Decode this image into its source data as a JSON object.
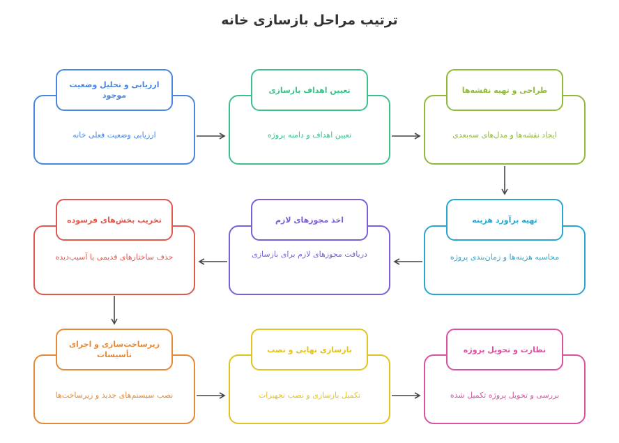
{
  "title": "ترتیب مراحل بازسازی خانه",
  "steps": [
    {
      "title": "ارزیابی و تحلیل وضعیت موجود",
      "desc": "ارزیابی وضعیت فعلی خانه",
      "color": "#4a86e0"
    },
    {
      "title": "تعیین اهداف بازسازی",
      "desc": "تعیین اهداف و دامنه پروژه",
      "color": "#3cc18a"
    },
    {
      "title": "طراحی و تهیه نقشه‌ها",
      "desc": "ایجاد نقشه‌ها و مدل‌های سه‌بعدی",
      "color": "#8fba3a"
    },
    {
      "title": "تهیه برآورد هزینه",
      "desc": "محاسبه هزینه‌ها و زمان‌بندی پروژه",
      "color": "#2aa6cf"
    },
    {
      "title": "اخذ مجوزهای لازم",
      "desc": "دریافت مجوزهای لازم برای بازسازی",
      "color": "#7a5fd6"
    },
    {
      "title": "تخریب بخش‌های فرسوده",
      "desc": "حذف ساختارهای قدیمی یا آسیب‌دیده",
      "color": "#e0584f"
    },
    {
      "title": "زیرساخت‌سازی و اجرای تأسیسات",
      "desc": "نصب سیستم‌های جدید و زیرساخت‌ها",
      "color": "#e58a34"
    },
    {
      "title": "بازسازی نهایی و نصب",
      "desc": "تکمیل بازسازی و نصب تجهیزات",
      "color": "#e3c31f"
    },
    {
      "title": "نظارت و تحویل پروژه",
      "desc": "بررسی و تحویل پروژه تکمیل شده",
      "color": "#d9529e"
    }
  ]
}
